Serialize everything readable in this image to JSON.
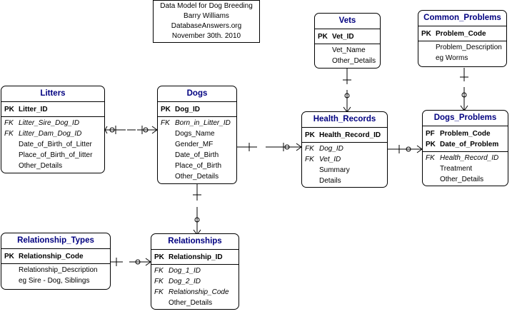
{
  "caption": {
    "lines": [
      "Data Model for Dog Breeding",
      "Barry Williams",
      "DatabaseAnswers.org",
      "November 30th. 2010"
    ]
  },
  "entities": {
    "litters": {
      "title": "Litters",
      "pk": [
        {
          "key": "PK",
          "name": "Litter_ID"
        }
      ],
      "attrs": [
        {
          "key": "FK",
          "name": "Litter_Sire_Dog_ID"
        },
        {
          "key": "FK",
          "name": "Litter_Dam_Dog_ID"
        },
        {
          "key": "",
          "name": "Date_of_Birth_of_Litter"
        },
        {
          "key": "",
          "name": "Place_of_Birth_of_litter"
        },
        {
          "key": "",
          "name": "Other_Details"
        }
      ]
    },
    "dogs": {
      "title": "Dogs",
      "pk": [
        {
          "key": "PK",
          "name": "Dog_ID"
        }
      ],
      "attrs": [
        {
          "key": "FK",
          "name": "Born_in_Litter_ID"
        },
        {
          "key": "",
          "name": "Dogs_Name"
        },
        {
          "key": "",
          "name": "Gender_MF"
        },
        {
          "key": "",
          "name": "Date_of_Birth"
        },
        {
          "key": "",
          "name": "Place_of_Birth"
        },
        {
          "key": "",
          "name": "Other_Details"
        }
      ]
    },
    "vets": {
      "title": "Vets",
      "pk": [
        {
          "key": "PK",
          "name": "Vet_ID"
        }
      ],
      "attrs": [
        {
          "key": "",
          "name": "Vet_Name"
        },
        {
          "key": "",
          "name": "Other_Details"
        }
      ]
    },
    "health_records": {
      "title": "Health_Records",
      "pk": [
        {
          "key": "PK",
          "name": "Health_Record_ID"
        }
      ],
      "attrs": [
        {
          "key": "FK",
          "name": "Dog_ID"
        },
        {
          "key": "FK",
          "name": "Vet_ID"
        },
        {
          "key": "",
          "name": "Summary"
        },
        {
          "key": "",
          "name": "Details"
        }
      ]
    },
    "common_problems": {
      "title": "Common_Problems",
      "pk": [
        {
          "key": "PK",
          "name": "Problem_Code"
        }
      ],
      "attrs": [
        {
          "key": "",
          "name": "Problem_Description"
        },
        {
          "key": "",
          "name": "eg Worms"
        }
      ]
    },
    "dogs_problems": {
      "title": "Dogs_Problems",
      "pk": [
        {
          "key": "PF",
          "name": "Problem_Code"
        },
        {
          "key": "PK",
          "name": "Date_of_Problem"
        }
      ],
      "attrs": [
        {
          "key": "FK",
          "name": "Health_Record_ID"
        },
        {
          "key": "",
          "name": "Treatment"
        },
        {
          "key": "",
          "name": "Other_Details"
        }
      ]
    },
    "relationship_types": {
      "title": "Relationship_Types",
      "pk": [
        {
          "key": "PK",
          "name": "Relationship_Code"
        }
      ],
      "attrs": [
        {
          "key": "",
          "name": "Relationship_Description"
        },
        {
          "key": "",
          "name": "eg Sire - Dog, Siblings"
        }
      ]
    },
    "relationships": {
      "title": "Relationships",
      "pk": [
        {
          "key": "PK",
          "name": "Relationship_ID"
        }
      ],
      "attrs": [
        {
          "key": "FK",
          "name": "Dog_1_ID"
        },
        {
          "key": "FK",
          "name": "Dog_2_ID"
        },
        {
          "key": "FK",
          "name": "Relationship_Code"
        },
        {
          "key": "",
          "name": "Other_Details"
        }
      ]
    }
  }
}
